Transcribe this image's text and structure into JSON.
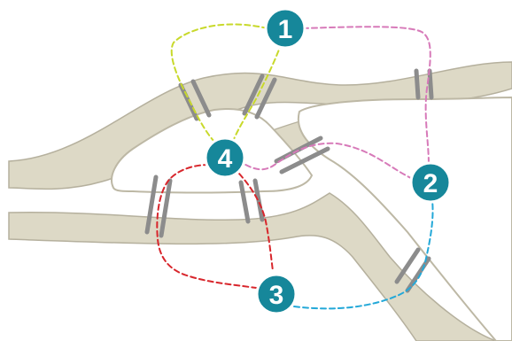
{
  "nodes": [
    {
      "id": "1",
      "label": "1"
    },
    {
      "id": "2",
      "label": "2"
    },
    {
      "id": "3",
      "label": "3"
    },
    {
      "id": "4",
      "label": "4"
    }
  ],
  "colors": {
    "node_fill": "#16879a",
    "node_ring": "#ffffff",
    "water": "#ddd9c6",
    "water_shadow": "#c4bfab",
    "land": "#ffffff",
    "bridge": "#8c8c8c",
    "route_1_4": "#c8d92b",
    "route_1_2_4": "#d77ab9",
    "route_4_3": "#d8262c",
    "route_3_2": "#23a8d8"
  }
}
